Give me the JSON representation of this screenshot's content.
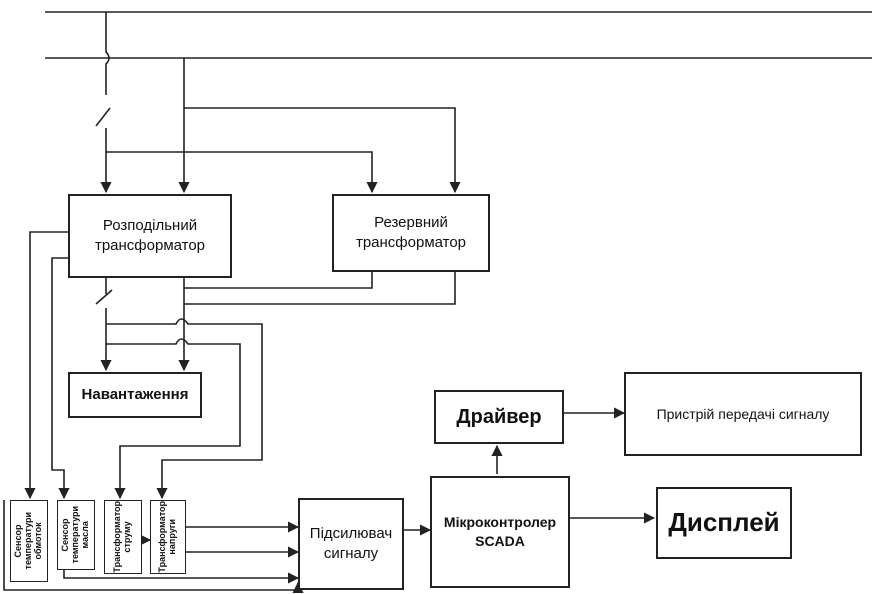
{
  "blocks": {
    "distribution_transformer": "Розподільний\nтрансформатор",
    "reserve_transformer": "Резервний\nтрансформатор",
    "load": "Навантаження",
    "driver": "Драйвер",
    "signal_transmitter": "Пристрій передачі сигналу",
    "display": "Дисплей",
    "microcontroller": "Мікроконтролер\nSCADA",
    "amplifier": "Підсилювач\nсигналу",
    "winding_sensor": "Сенсор\nтемператури\nобмоток",
    "oil_sensor": "Сенсор\nтемператури\nмасла",
    "current_transformer": "Трансформатор\nструму",
    "voltage_transformer": "Трансформатор\nнапруги"
  },
  "colors": {
    "line": "#222222",
    "box_border": "#222222",
    "background": "#ffffff"
  }
}
